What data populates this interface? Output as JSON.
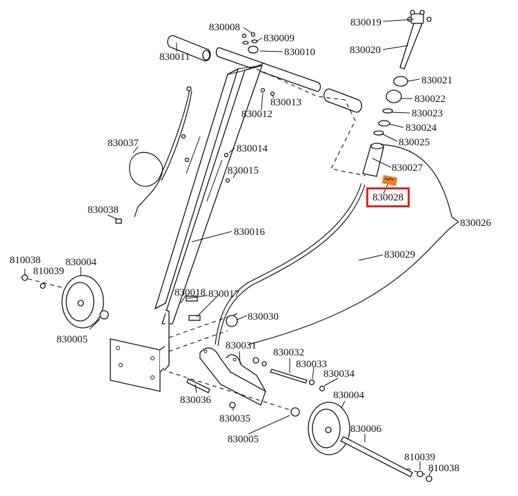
{
  "diagram": {
    "type": "exploded-parts-diagram",
    "highlight": {
      "part_number": "830028",
      "box_color": "#e0262b",
      "part_fill_color": "#f07c1e"
    },
    "labels": {
      "l830008": "830008",
      "l830009": "830009",
      "l830010": "830010",
      "l830011": "830011",
      "l830012": "830012",
      "l830013": "830013",
      "l830014": "830014",
      "l830015": "830015",
      "l830016": "830016",
      "l830017": "830017",
      "l830018": "830018",
      "l830019": "830019",
      "l830020": "830020",
      "l830021": "830021",
      "l830022": "830022",
      "l830023": "830023",
      "l830024": "830024",
      "l830025": "830025",
      "l830026": "830026",
      "l830027": "830027",
      "l830028": "830028",
      "l830029": "830029",
      "l830030": "830030",
      "l830031": "830031",
      "l830032": "830032",
      "l830033": "830033",
      "l830034": "830034",
      "l830035": "830035",
      "l830036": "830036",
      "l830037": "830037",
      "l830038": "830038",
      "l830004a": "830004",
      "l830004b": "830004",
      "l830005a": "830005",
      "l830005b": "830005",
      "l830006": "830006",
      "l810038a": "810038",
      "l810039a": "810039",
      "l810038b": "810038",
      "l810039b": "810039"
    }
  }
}
